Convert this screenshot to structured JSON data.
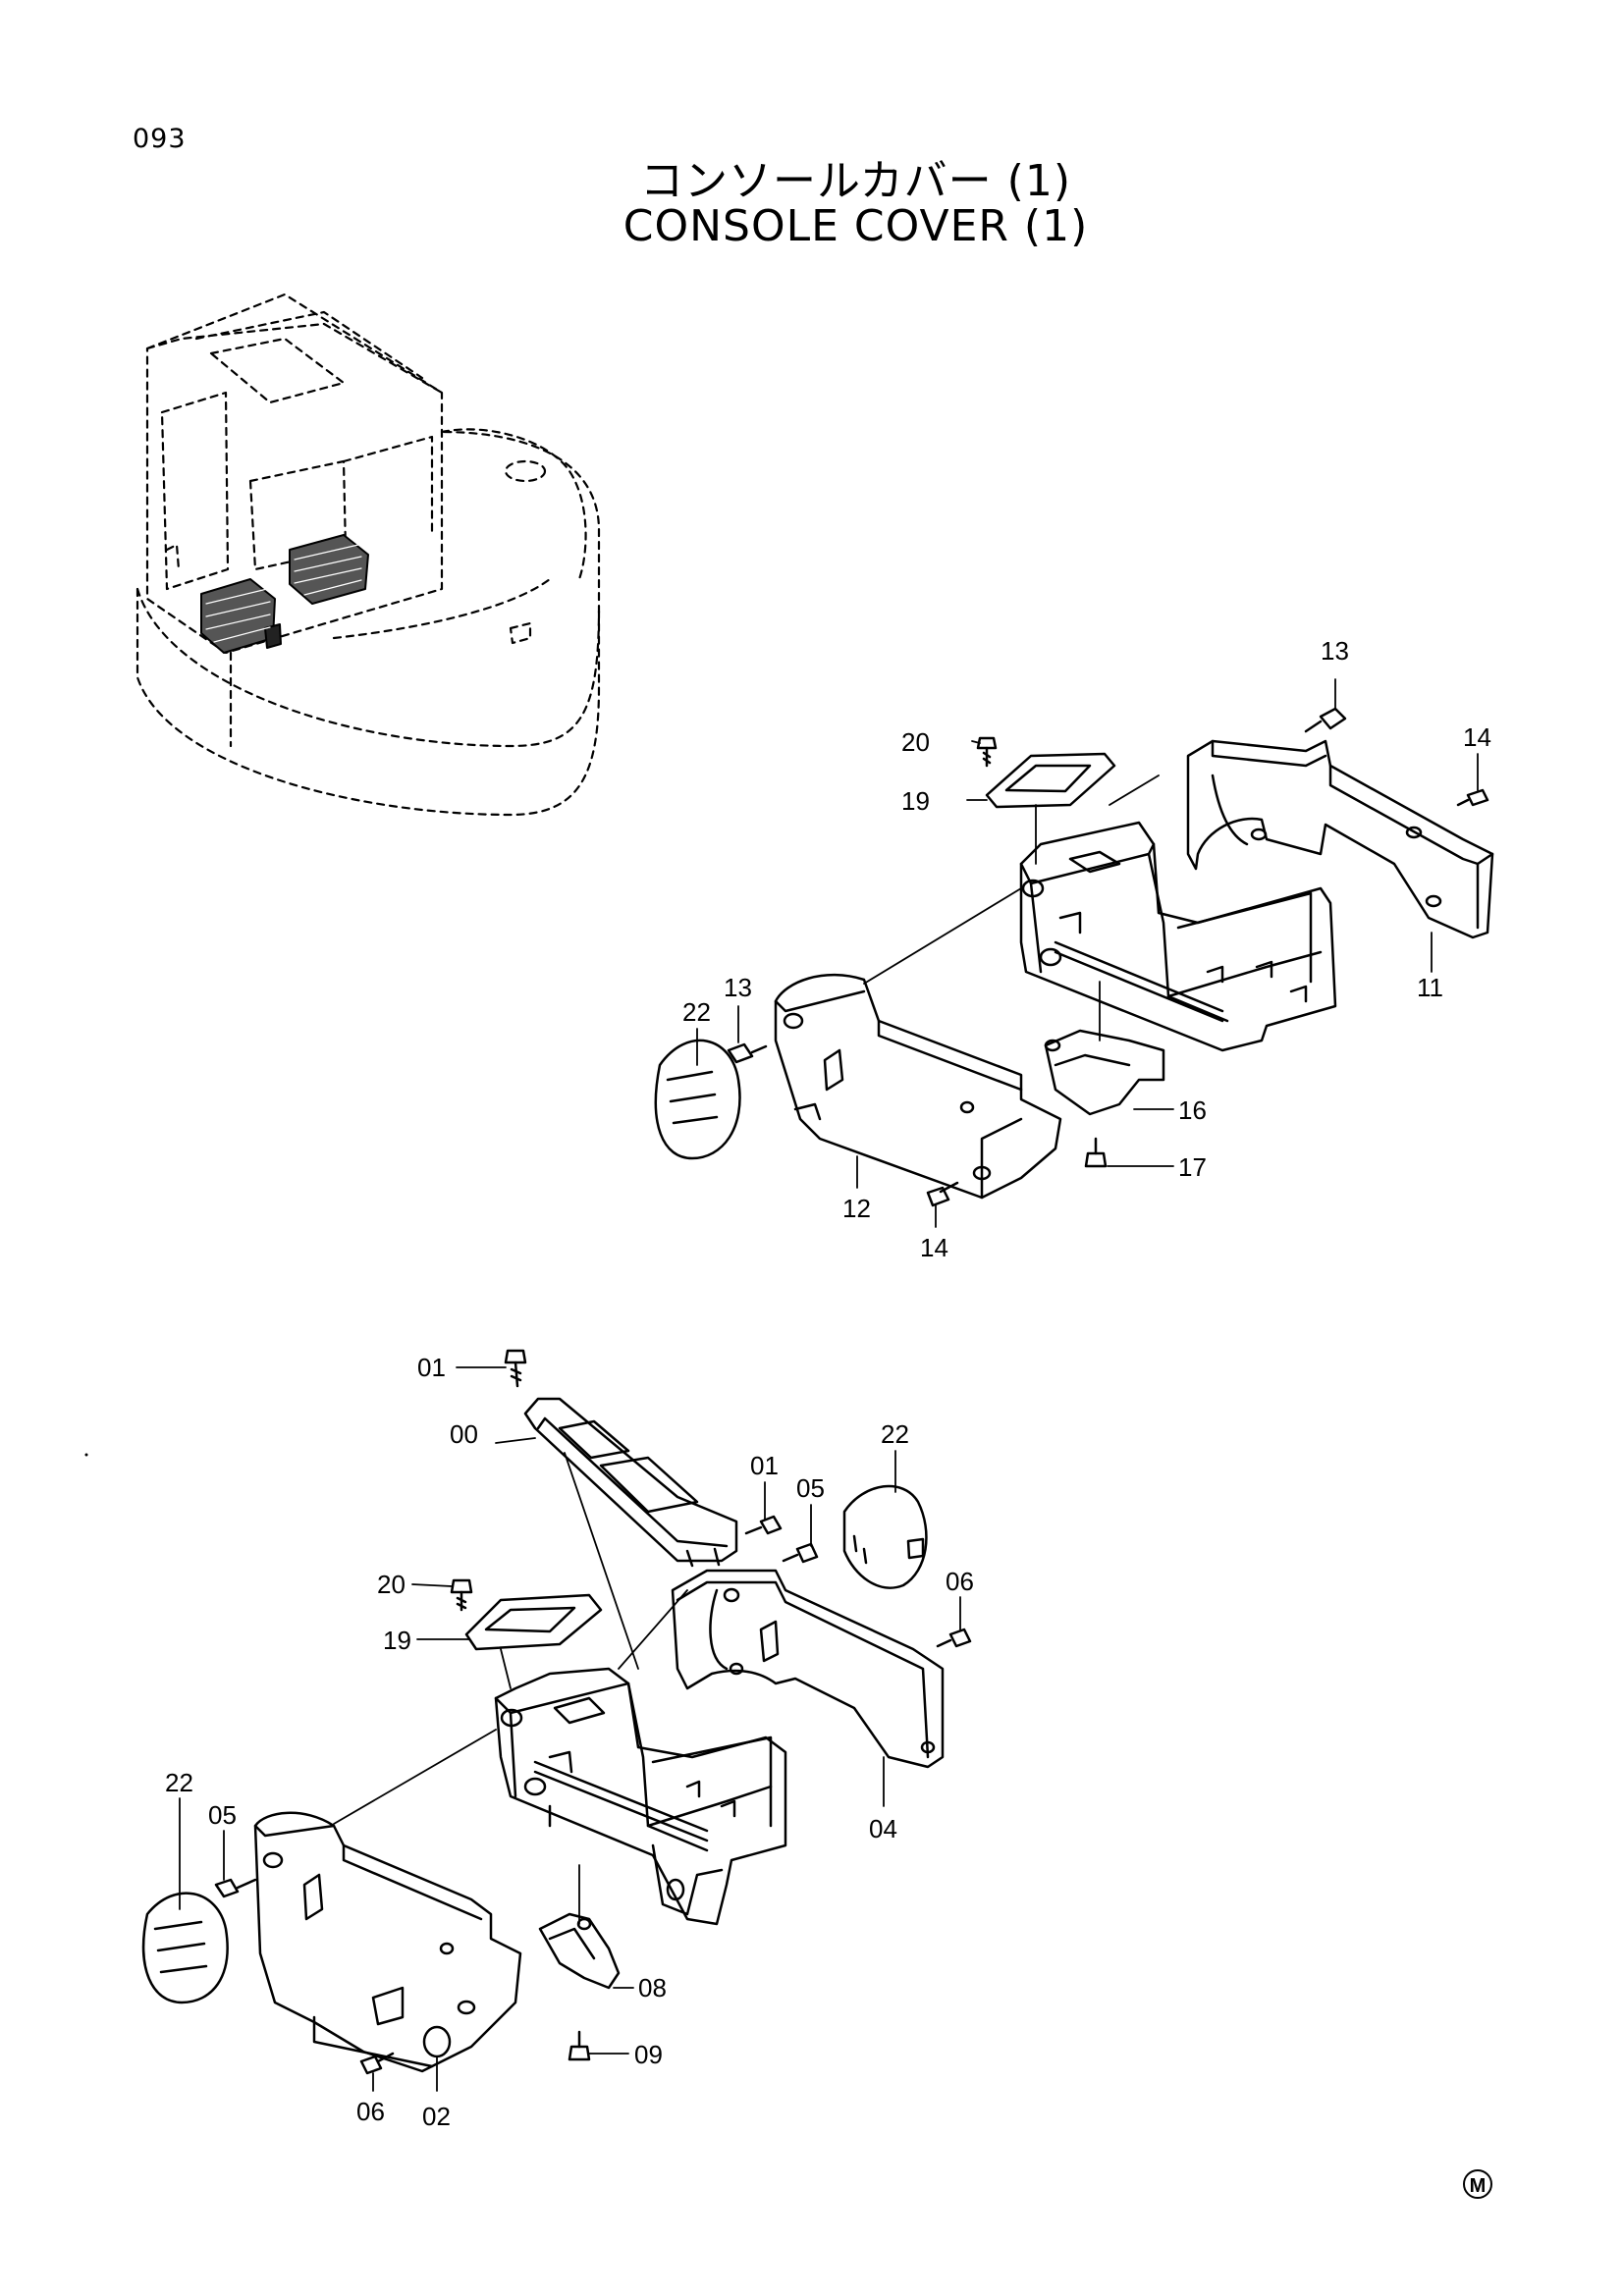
{
  "header": {
    "page_number": "093",
    "title_japanese": "コンソールカバー (1)",
    "title_english": "CONSOLE COVER (1)"
  },
  "upper_assembly": {
    "callouts": [
      "13",
      "14",
      "20",
      "19",
      "11",
      "13",
      "22",
      "16",
      "17",
      "12",
      "14"
    ]
  },
  "lower_assembly": {
    "callouts": [
      "01",
      "00",
      "01",
      "05",
      "22",
      "20",
      "06",
      "19",
      "04",
      "22",
      "05",
      "08",
      "09",
      "06",
      "02"
    ]
  },
  "footer": {
    "mark": "M"
  }
}
